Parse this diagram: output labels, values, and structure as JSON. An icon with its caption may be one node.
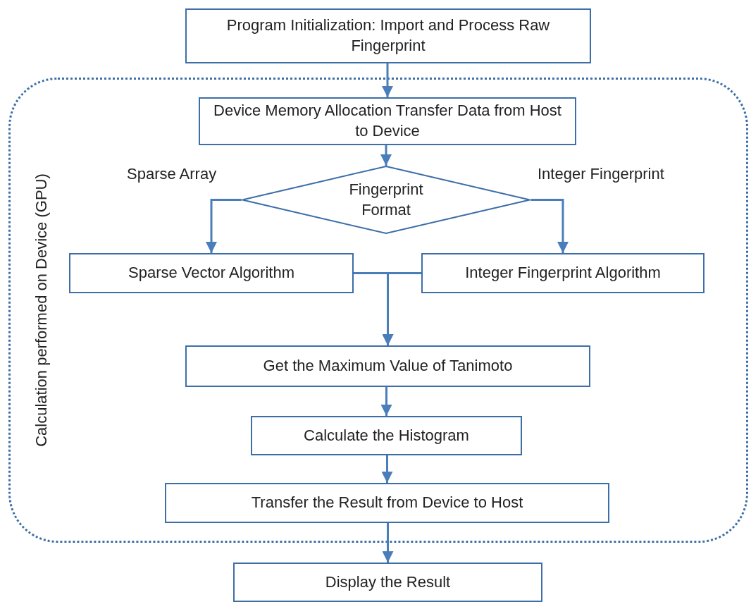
{
  "diagram": {
    "nodes": [
      {
        "text": [
          "Program Initialization: Import and Process Raw Fingerprint"
        ]
      },
      {
        "text": [
          "Calculation performed on Device (GPU)"
        ]
      },
      {
        "text": [
          "Device Memory Allocation Transfer Data from Host to Device"
        ],
        "in": 1
      },
      {
        "text": [
          "Fingerprint Format"
        ],
        "in": 1
      },
      {
        "text": [
          "Sparse Vector Algorithm"
        ],
        "in": 1
      },
      {
        "text": [
          "Integer Fingerprint Algorithm"
        ],
        "in": 1
      },
      {
        "text": [
          "Get the Maximum Value of Tanimoto"
        ],
        "in": 1
      },
      {
        "text": [
          "Calculate the Histogram"
        ],
        "in": 1
      },
      {
        "text": [
          "Transfer the Result from Device to Host"
        ],
        "in": 1
      },
      {
        "text": [
          "Display the Result"
        ]
      }
    ],
    "edges": [
      {
        "from": 0,
        "to": 2,
        "arrow": "to"
      },
      {
        "from": 2,
        "to": 3,
        "arrow": "to"
      },
      {
        "from": 3,
        "to": 4,
        "arrow": "to",
        "label": "Sparse Array"
      },
      {
        "from": 3,
        "to": 5,
        "arrow": "to",
        "label": "Integer Fingerprint"
      },
      {
        "from": 4,
        "to": 6,
        "arrow": "to"
      },
      {
        "from": 5,
        "to": 6,
        "arrow": "to"
      },
      {
        "from": 6,
        "to": 7,
        "arrow": "to"
      },
      {
        "from": 7,
        "to": 8,
        "arrow": "to"
      },
      {
        "from": 8,
        "to": 9,
        "arrow": "to"
      }
    ]
  }
}
